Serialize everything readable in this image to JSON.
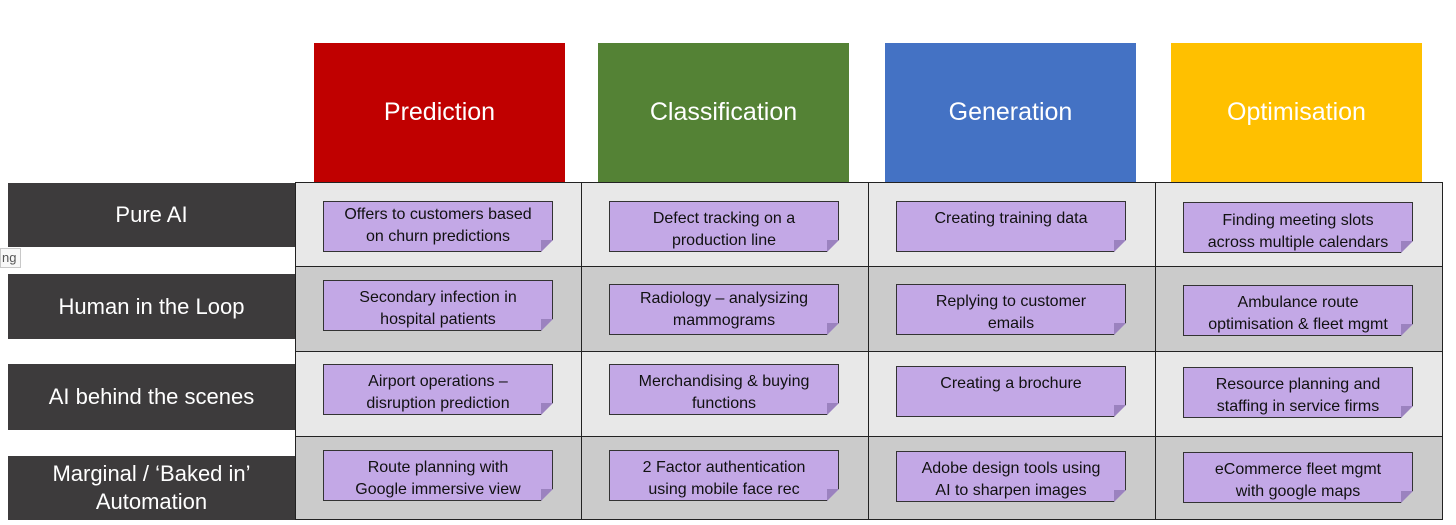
{
  "columns": [
    "Prediction",
    "Classification",
    "Generation",
    "Optimisation"
  ],
  "column_colors": [
    "#c00000",
    "#548235",
    "#4472c4",
    "#ffc000"
  ],
  "rows": [
    {
      "label_lines": [
        "Pure AI"
      ]
    },
    {
      "label_lines": [
        "Human in the Loop"
      ]
    },
    {
      "label_lines": [
        "AI behind the scenes"
      ]
    },
    {
      "label_lines": [
        "Marginal / ‘Baked in’",
        "Automation"
      ]
    }
  ],
  "cells": [
    [
      {
        "lines": [
          "Offers to customers based",
          "on churn predictions"
        ]
      },
      {
        "lines": [
          "Defect tracking on a",
          "production line"
        ]
      },
      {
        "lines": [
          "Creating training data"
        ]
      },
      {
        "lines": [
          "Finding meeting slots",
          "across multiple calendars"
        ]
      }
    ],
    [
      {
        "lines": [
          "Secondary infection in",
          "hospital patients"
        ]
      },
      {
        "lines": [
          "Radiology – analysizing",
          "mammograms"
        ]
      },
      {
        "lines": [
          "Replying to customer",
          "emails"
        ]
      },
      {
        "lines": [
          "Ambulance route",
          "optimisation & fleet mgmt"
        ]
      }
    ],
    [
      {
        "lines": [
          "Airport operations –",
          "disruption prediction"
        ]
      },
      {
        "lines": [
          "Merchandising & buying",
          "functions"
        ]
      },
      {
        "lines": [
          "Creating a brochure"
        ]
      },
      {
        "lines": [
          "Resource planning and",
          "staffing in service firms"
        ]
      }
    ],
    [
      {
        "lines": [
          "Route planning with",
          "Google immersive view"
        ]
      },
      {
        "lines": [
          "2 Factor authentication",
          "using mobile face rec"
        ]
      },
      {
        "lines": [
          "Adobe design tools using",
          "AI to sharpen images"
        ]
      },
      {
        "lines": [
          "eCommerce fleet mgmt",
          "with google maps"
        ]
      }
    ]
  ],
  "side_tab_text": "ng"
}
